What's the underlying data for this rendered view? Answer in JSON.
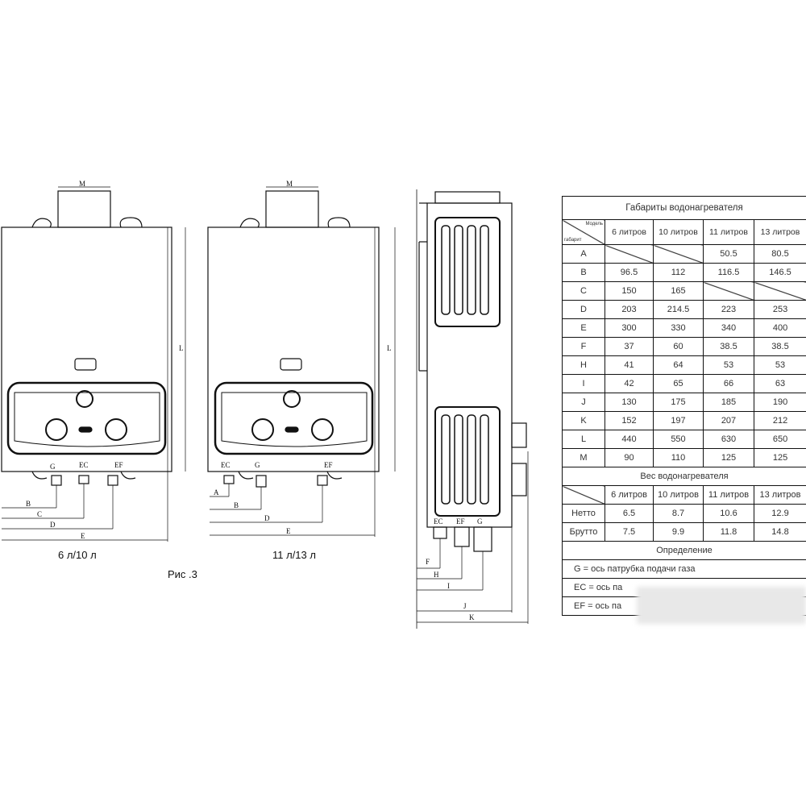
{
  "drawings": {
    "front_small": {
      "caption": "6 л/10 л",
      "labels": [
        "M",
        "L",
        "G",
        "EC",
        "EF",
        "B",
        "C",
        "D",
        "E"
      ]
    },
    "front_large": {
      "caption": "11 л/13 л",
      "labels": [
        "M",
        "L",
        "EC",
        "G",
        "EF",
        "A",
        "B",
        "D",
        "E"
      ]
    },
    "side": {
      "labels": [
        "EC",
        "EF",
        "G",
        "F",
        "H",
        "I",
        "J",
        "K"
      ]
    },
    "figure_label": "Рис .3"
  },
  "dimensions_table": {
    "title": "Габариты водонагревателя",
    "corner_top": "Модель",
    "corner_bottom": "габарит",
    "columns": [
      "6 литров",
      "10 литров",
      "11 литров",
      "13 литров"
    ],
    "rows": [
      {
        "key": "A",
        "values": [
          "",
          "",
          "50.5",
          "80.5"
        ]
      },
      {
        "key": "B",
        "values": [
          "96.5",
          "112",
          "116.5",
          "146.5"
        ]
      },
      {
        "key": "C",
        "values": [
          "150",
          "165",
          "",
          ""
        ]
      },
      {
        "key": "D",
        "values": [
          "203",
          "214.5",
          "223",
          "253"
        ]
      },
      {
        "key": "E",
        "values": [
          "300",
          "330",
          "340",
          "400"
        ]
      },
      {
        "key": "F",
        "values": [
          "37",
          "60",
          "38.5",
          "38.5"
        ]
      },
      {
        "key": "H",
        "values": [
          "41",
          "64",
          "53",
          "53"
        ]
      },
      {
        "key": "I",
        "values": [
          "42",
          "65",
          "66",
          "63"
        ]
      },
      {
        "key": "J",
        "values": [
          "130",
          "175",
          "185",
          "190"
        ]
      },
      {
        "key": "K",
        "values": [
          "152",
          "197",
          "207",
          "212"
        ]
      },
      {
        "key": "L",
        "values": [
          "440",
          "550",
          "630",
          "650"
        ]
      },
      {
        "key": "M",
        "values": [
          "90",
          "110",
          "125",
          "125"
        ]
      }
    ]
  },
  "weight_table": {
    "title": "Вес водонагревателя",
    "columns": [
      "6 литров",
      "10 литров",
      "11 литров",
      "13 литров"
    ],
    "rows": [
      {
        "key": "Нетто",
        "values": [
          "6.5",
          "8.7",
          "10.6",
          "12.9"
        ]
      },
      {
        "key": "Брутто",
        "values": [
          "7.5",
          "9.9",
          "11.8",
          "14.8"
        ]
      }
    ]
  },
  "definitions": {
    "title": "Определение",
    "items": [
      "G = ось патрубка подачи газа",
      "EC = ось па",
      "EF = ось па"
    ]
  }
}
